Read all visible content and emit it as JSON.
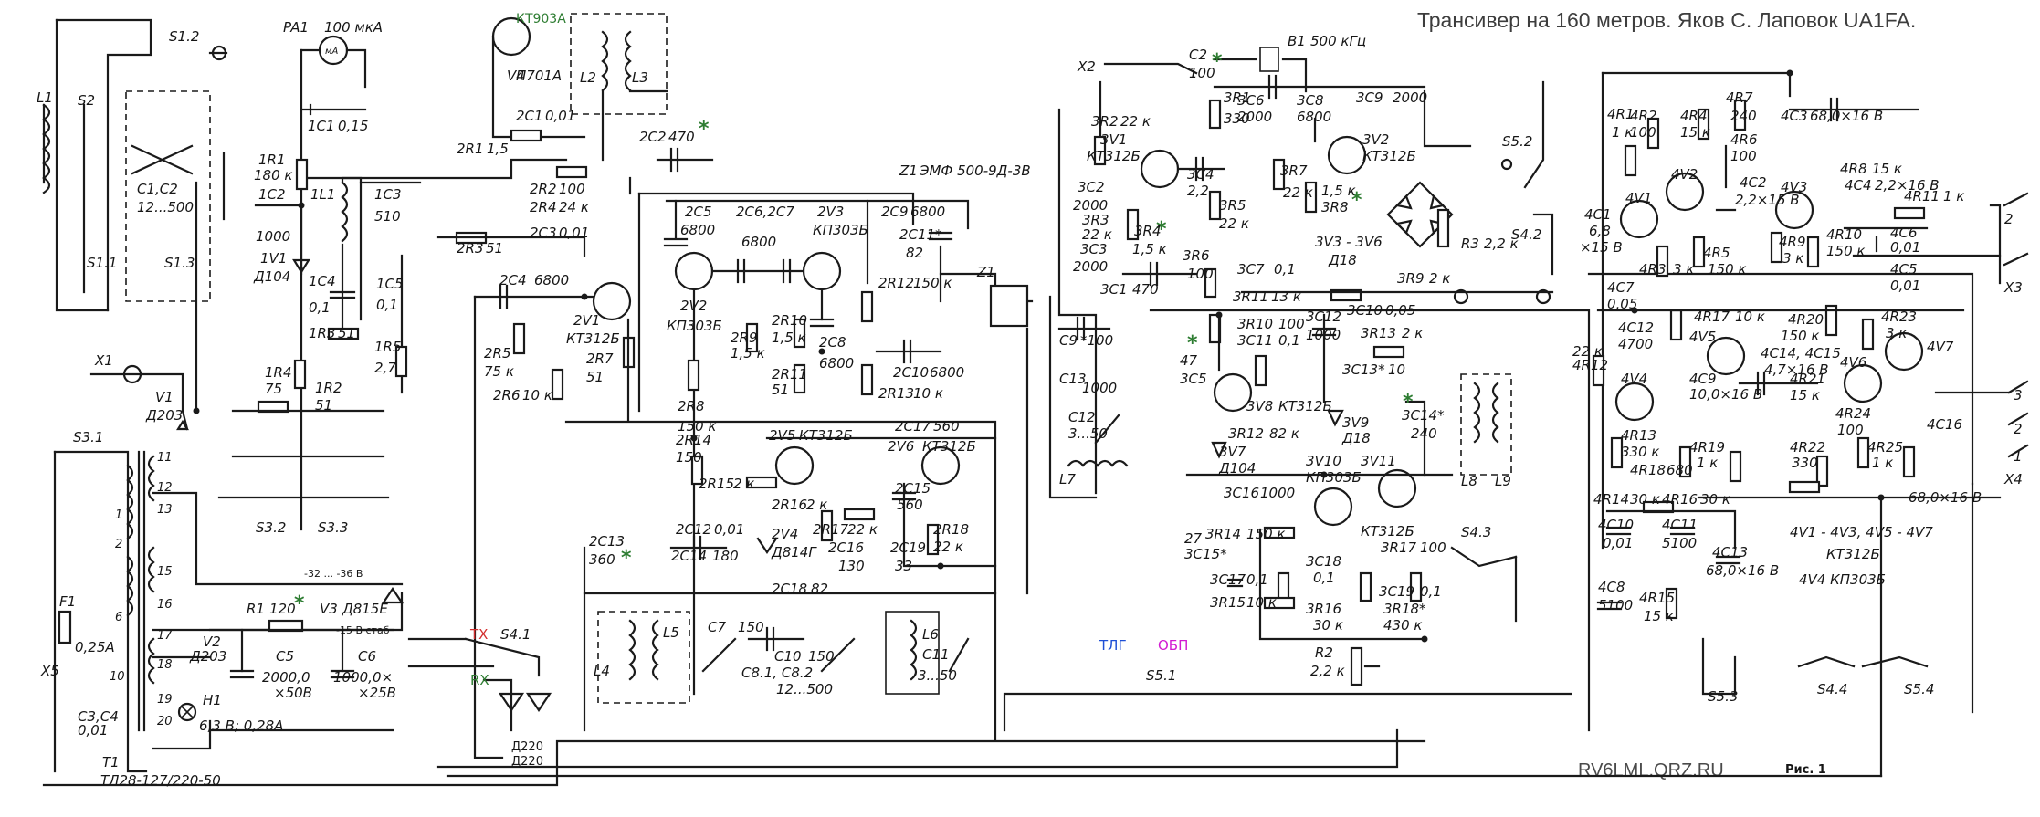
{
  "title": "Трансивер на 160 метров. Яков С. Лаповок UA1FA.",
  "site": "RV6LML.QRZ.RU",
  "figure_label": "Рис. 1",
  "annotations": {
    "q_transistor": "КТ903А",
    "tx": "TX",
    "rx": "RX",
    "tlg": "ТЛГ",
    "obp": "ОБП",
    "d220a": "Д220",
    "d220b": "Д220",
    "star": "*"
  },
  "colors": {
    "green": "#2e7d32",
    "red": "#d32f2f",
    "blue": "#1e4fd6",
    "magenta": "#d21ad2"
  },
  "labels": {
    "s12": "S1.2",
    "s2": "S2",
    "l1": "L1",
    "c1c2": "C1,C2",
    "c1c2v": "12...500",
    "s11": "S1.1",
    "s13": "S1.3",
    "x1": "X1",
    "v1": "V1",
    "v1t": "Д203",
    "s31": "S3.1",
    "x5": "X5",
    "f1": "F1",
    "f1v": "0,25А",
    "c3c4": "C3,C4",
    "c3c4v": "0,01",
    "t1": "T1",
    "t1t": "ТЛ28-127/220-50",
    "w1": "1",
    "w2": "2",
    "w6": "6",
    "w10": "10",
    "w11": "11",
    "w12": "12",
    "w13": "13",
    "w15": "15",
    "w16": "16",
    "w17": "17",
    "w18": "18",
    "w19": "19",
    "w20": "20",
    "v2": "V2",
    "v2t": "Д203",
    "r1": "R1",
    "r1v": "120",
    "v3": "V3",
    "v3t": "Д815Е",
    "c5": "C5",
    "c5v": "2000,0",
    "c5v2": "×50В",
    "c6": "C6",
    "c6v": "1000,0×",
    "c6v2": "×25В",
    "h1": "H1",
    "h1v": "6,3 В; 0,28А",
    "minus32": "-32 ... -36 В",
    "minus15": "-15 В стаб",
    "pa1": "PA1",
    "pa1v": "100 мкА",
    "ma": "мА",
    "1c1": "1C1",
    "1c1v": "0,15",
    "1r1": "1R1",
    "1r1v": "180 к",
    "1c2": "1C2",
    "1c2v": "1000",
    "1v1": "1V1",
    "1v1t": "Д104",
    "1l1": "1L1",
    "1c3": "1C3",
    "1c3v": "510",
    "1c4": "1C4",
    "1c4v": "0,1",
    "1r3": "1R3",
    "1r3v": "51",
    "1r4": "1R4",
    "1r4v": "75",
    "1r2": "1R2",
    "1r2v": "51",
    "1c5": "1C5",
    "1c5v": "0,1",
    "1r5": "1R5",
    "1r5v": "2,7",
    "s32": "S3.2",
    "s33": "S3.3",
    "v4": "V4",
    "v4t": "П701А",
    "l2": "L2",
    "l3": "L3",
    "2c1": "2C1",
    "2c1v": "0,01",
    "2r1": "2R1",
    "2r1v": "1,5",
    "2c2": "2C2",
    "2c2v": "470",
    "2r2": "2R2",
    "2r2v": "100",
    "2r4": "2R4",
    "2r4v": "24 к",
    "2r3": "2R3",
    "2r3v": "51",
    "2c3": "2C3",
    "2c3v": "0,01",
    "2c4": "2C4",
    "2c4v": "6800",
    "2v1": "2V1",
    "2v1t": "КТ312Б",
    "2r5": "2R5",
    "2r5v": "75 к",
    "2r7": "2R7",
    "2r7v": "51",
    "2r6": "2R6",
    "2r6v": "10 к",
    "2c5": "2C5",
    "2c5v": "6800",
    "2c6c7": "2C6,2C7",
    "2c6c7v": "6800",
    "2v3": "2V3",
    "2v3t": "КП303Б",
    "2c9": "2C9",
    "2c9v": "6800",
    "2v2": "2V2",
    "2v2t": "КП303Б",
    "2r9": "2R9",
    "2r9v": "1,5 к",
    "2r10": "2R10",
    "2r10v": "1,5 к",
    "2c8": "2C8",
    "2c8v": "6800",
    "2r11": "2R11",
    "2r11v": "51",
    "2c11": "2C11*",
    "2c11v": "82",
    "2r12": "2R12",
    "2r12v": "150 к",
    "2c10": "2C10",
    "2c10v": "6800",
    "2r13": "2R13",
    "2r13v": "10 к",
    "2r8": "2R8",
    "2r8v": "150 к",
    "2r14": "2R14",
    "2r14v": "150",
    "2v5": "2V5",
    "2v5t": "КТ312Б",
    "2c17": "2C17",
    "2c17v": "560",
    "2v6": "2V6",
    "2v6t": "КТ312Б",
    "2r15": "2R15",
    "2r15v": "2 к",
    "2r16": "2R16",
    "2r16v": "2 к",
    "2c15": "2C15",
    "2c15v": "560",
    "2c12": "2C12",
    "2c12v": "0,01",
    "2v4": "2V4",
    "2v4t": "Д814Г",
    "2r17": "2R17",
    "2r17v": "22 к",
    "2r18": "2R18",
    "2r18v": "22 к",
    "2c13": "2C13",
    "2c13v": "360",
    "2c14": "2C14",
    "2c14v": "180",
    "2c16": "2C16",
    "2c16v": "130",
    "2c19": "2C19",
    "2c19v": "33",
    "2c18": "2C18",
    "2c18v": "82",
    "l4": "L4",
    "l5": "L5",
    "c7": "C7",
    "c7v": "150",
    "c10": "C10",
    "c10v": "150",
    "c8c12": "C8.1, C8.2",
    "c8c12v": "12...500",
    "l6": "L6",
    "c11": "C11",
    "c11v": "3...50",
    "s41": "S4.1",
    "z1": "Z1",
    "z1t": "ЭМФ 500-9Д-3В",
    "x2": "X2",
    "c2": "C2",
    "c2v": "100",
    "b1": "В1",
    "b1v": "500 кГц",
    "3r2": "3R2",
    "3r2v": "22 к",
    "3v1": "3V1",
    "3v1t": "КТ312Б",
    "3r1": "3R1",
    "3r1v": "330",
    "3c4": "3C4",
    "3c4v": "2,2",
    "3c2": "3C2",
    "3c2v": "2000",
    "3r3": "3R3",
    "3r3v": "22 к",
    "3c3": "3C3",
    "3c3v": "2000",
    "3r4": "3R4",
    "3r4v": "1,5 к",
    "3r5": "3R5",
    "3r5v": "22 к",
    "3r6": "3R6",
    "3r6v": "100",
    "3c1": "3C1",
    "3c1v": "470",
    "c9": "C9",
    "c9v": "*100",
    "c13": "C13",
    "c13v": "1000",
    "c12": "C12",
    "c12v": "3...50",
    "l7": "L7",
    "3c6": "3C6",
    "3c6v": "2000",
    "3c8": "3C8",
    "3c8v": "6800",
    "3c9": "3C9",
    "3c9v": "2000",
    "3v2": "3V2",
    "3v2t": "КТ312Б",
    "3r7": "3R7",
    "3r7v": "22 к",
    "3r8": "3R8",
    "3r8v": "1,5 к",
    "3c7": "3C7",
    "3c7v": "0,1",
    "3v36": "3V3 - 3V6",
    "3v36t": "Д18",
    "3r3b": "R3",
    "3r3bv": "2,2 к",
    "3r9": "3R9",
    "3r9v": "2 к",
    "3c10": "3C10",
    "3c10v": "0,05",
    "3r10": "3R10",
    "3r10v": "100",
    "3c11": "3C11",
    "3c11v": "0,1",
    "3r11": "3R11",
    "3r11v": "13 к",
    "3c12": "3C12",
    "3c12v": "1000",
    "3r13": "3R13",
    "3r13v": "2 к",
    "3c5": "3C5",
    "3c5v": "47",
    "3v8": "3V8",
    "3v8t": "КТ312Б",
    "3r12": "3R12",
    "3r12v": "82 к",
    "3v9": "3V9",
    "3v9t": "Д18",
    "3c13": "3C13*",
    "3c13v": "10",
    "3c14": "3C14*",
    "3c14v": "240",
    "l8": "L8",
    "l9": "L9",
    "3v7": "3V7",
    "3v7t": "Д104",
    "3v10": "3V10",
    "3v10t": "КП303Б",
    "3v11": "3V11",
    "3v11t": "КТ312Б",
    "3c16": "3C16",
    "3c16v": "1000",
    "3r14": "3R14",
    "3r14v": "150 к",
    "3r17": "3R17",
    "3r17v": "100",
    "3c15": "3C15*",
    "3c15v": "27",
    "3c17": "3C17",
    "3c17v": "0,1",
    "3r15": "3R15",
    "3r15v": "10 к",
    "3c18": "3C18",
    "3c18v": "0,1",
    "3r16": "3R16",
    "3r16v": "30 к",
    "3c19": "3C19",
    "3c19v": "0,1",
    "3r18": "3R18*",
    "3r18v": "430 к",
    "r2": "R2",
    "r2v": "2,2 к",
    "s43": "S4.3",
    "s51": "S5.1",
    "s52": "S5.2",
    "s42": "S4.2",
    "4r1": "4R1",
    "4r1v": "1 к",
    "4r2": "4R2",
    "4r2v": "100",
    "4r4": "4R4",
    "4r4v": "15 к",
    "4r7": "4R7",
    "4r7v": "240",
    "4c3": "4C3",
    "4c3v": "68,0×16 В",
    "4r6": "4R6",
    "4r6v": "100",
    "4v1": "4V1",
    "4v2": "4V2",
    "4v3": "4V3",
    "4c1": "4C1",
    "4c1v": "6,8",
    "4c1v2": "×15 В",
    "4c2": "4C2",
    "4c2v": "2,2×15 В",
    "4r8": "4R8",
    "4r8v": "15 к",
    "4c4": "4C4",
    "4c4v": "2,2×16 В",
    "4r11": "4R11",
    "4r11v": "1 к",
    "4r3": "4R3",
    "4r3v": "3 к",
    "4r5": "4R5",
    "4r5v": "150 к",
    "4r9": "4R9",
    "4r9v": "3 к",
    "4r10": "4R10",
    "4r10v": "150 к",
    "4c6": "4C6",
    "4c6v": "0,01",
    "4c5": "4C5",
    "4c5v": "0,01",
    "x3": "X3",
    "4c7": "4C7",
    "4c7v": "0,05",
    "4c12": "4C12",
    "4c12v": "4700",
    "4r17": "4R17",
    "4r17v": "10 к",
    "4r20": "4R20",
    "4r20v": "150 к",
    "4r23": "4R23",
    "4r23v": "3 к",
    "4v5": "4V5",
    "4c14c15": "4C14, 4C15",
    "4c14c15v": "4,7×16 В",
    "4v6": "4V6",
    "4v7": "4V7",
    "4r12": "4R12",
    "4r12v": "22 к",
    "4v4": "4V4",
    "4c9": "4C9",
    "4c9v": "10,0×16 В",
    "4r21": "4R21",
    "4r21v": "15 к",
    "4r24": "4R24",
    "4r24v": "100",
    "4r13": "4R13",
    "4r13v": "330 к",
    "4r18": "4R18",
    "4r18v": "680",
    "4r19": "4R19",
    "4r19v": "1 к",
    "4r22": "4R22",
    "4r22v": "330",
    "4r25": "4R25",
    "4r25v": "1 к",
    "4c16": "4C16",
    "4c16v": "68,0×16 В",
    "x4": "X4",
    "4r14": "4R14",
    "4r14v": "30 к",
    "4r16": "4R16",
    "4r16v": "30 к",
    "4c10": "4C10",
    "4c10v": "0,01",
    "4c11": "4C11",
    "4c11v": "5100",
    "4c13": "4C13",
    "4c13v": "68,0×16 В",
    "4c8": "4C8",
    "4c8v": "5100",
    "4r15": "4R15",
    "4r15v": "15 к",
    "note1": "4V1 - 4V3, 4V5 - 4V7",
    "note2": "КТ312Б",
    "note3": "4V4   КП303Б",
    "s53": "S5.3",
    "s44": "S4.4",
    "s54": "S5.4",
    "pin3": "3",
    "pin2": "2",
    "pin1": "1",
    "pinb": "2"
  }
}
